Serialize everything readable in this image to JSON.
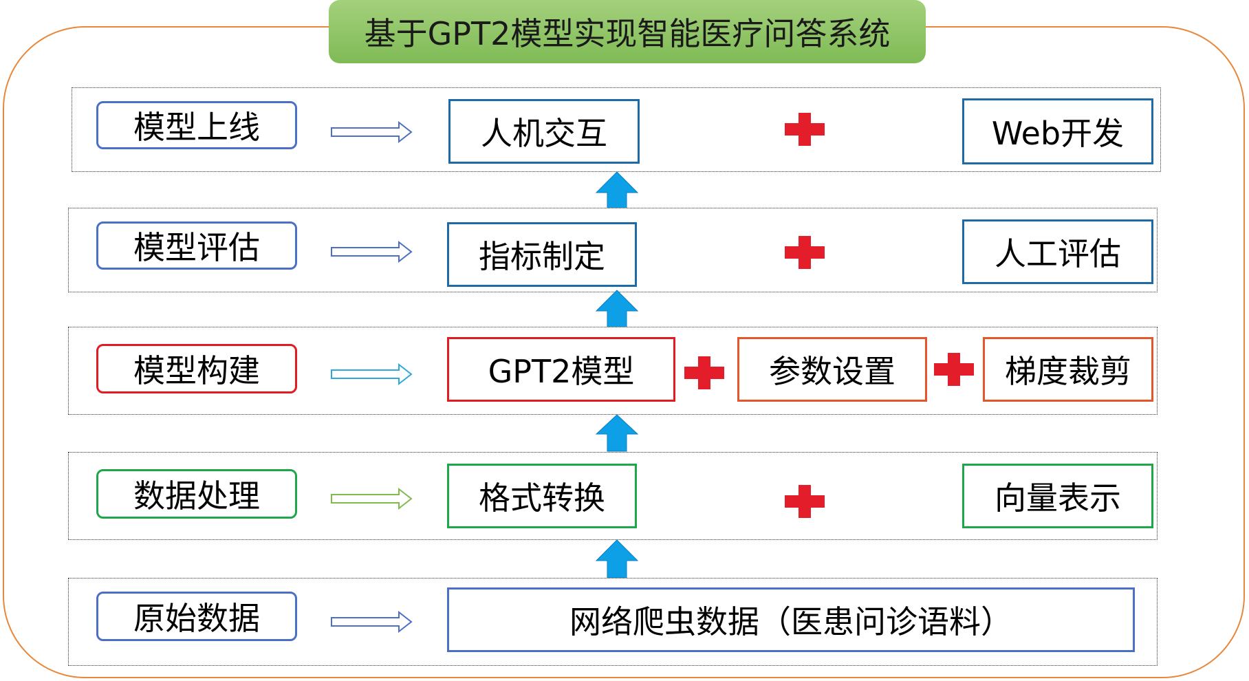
{
  "title": "基于GPT2模型实现智能医疗问答系统",
  "colors": {
    "blue": "#4a6fc5",
    "darkblue": "#1d6aa8",
    "red": "#e01b22",
    "orange": "#e4562a",
    "green": "#1ea64a",
    "arrow_cyan": "#0da0e6",
    "plus": "#e31e2a",
    "outer": "#e8873a"
  },
  "rows": {
    "online": {
      "stage": "模型上线",
      "main": "人机交互",
      "extra": "Web开发"
    },
    "eval": {
      "stage": "模型评估",
      "main": "指标制定",
      "extra": "人工评估"
    },
    "build": {
      "stage": "模型构建",
      "main": "GPT2模型",
      "extra1": "参数设置",
      "extra2": "梯度裁剪"
    },
    "process": {
      "stage": "数据处理",
      "main": "格式转换",
      "extra": "向量表示"
    },
    "raw": {
      "stage": "原始数据",
      "main": "网络爬虫数据（医患问诊语料）"
    }
  },
  "icons": {
    "right_arrow": "hollow-right-arrow-icon",
    "up_arrow": "up-arrow-icon",
    "plus": "plus-icon"
  }
}
